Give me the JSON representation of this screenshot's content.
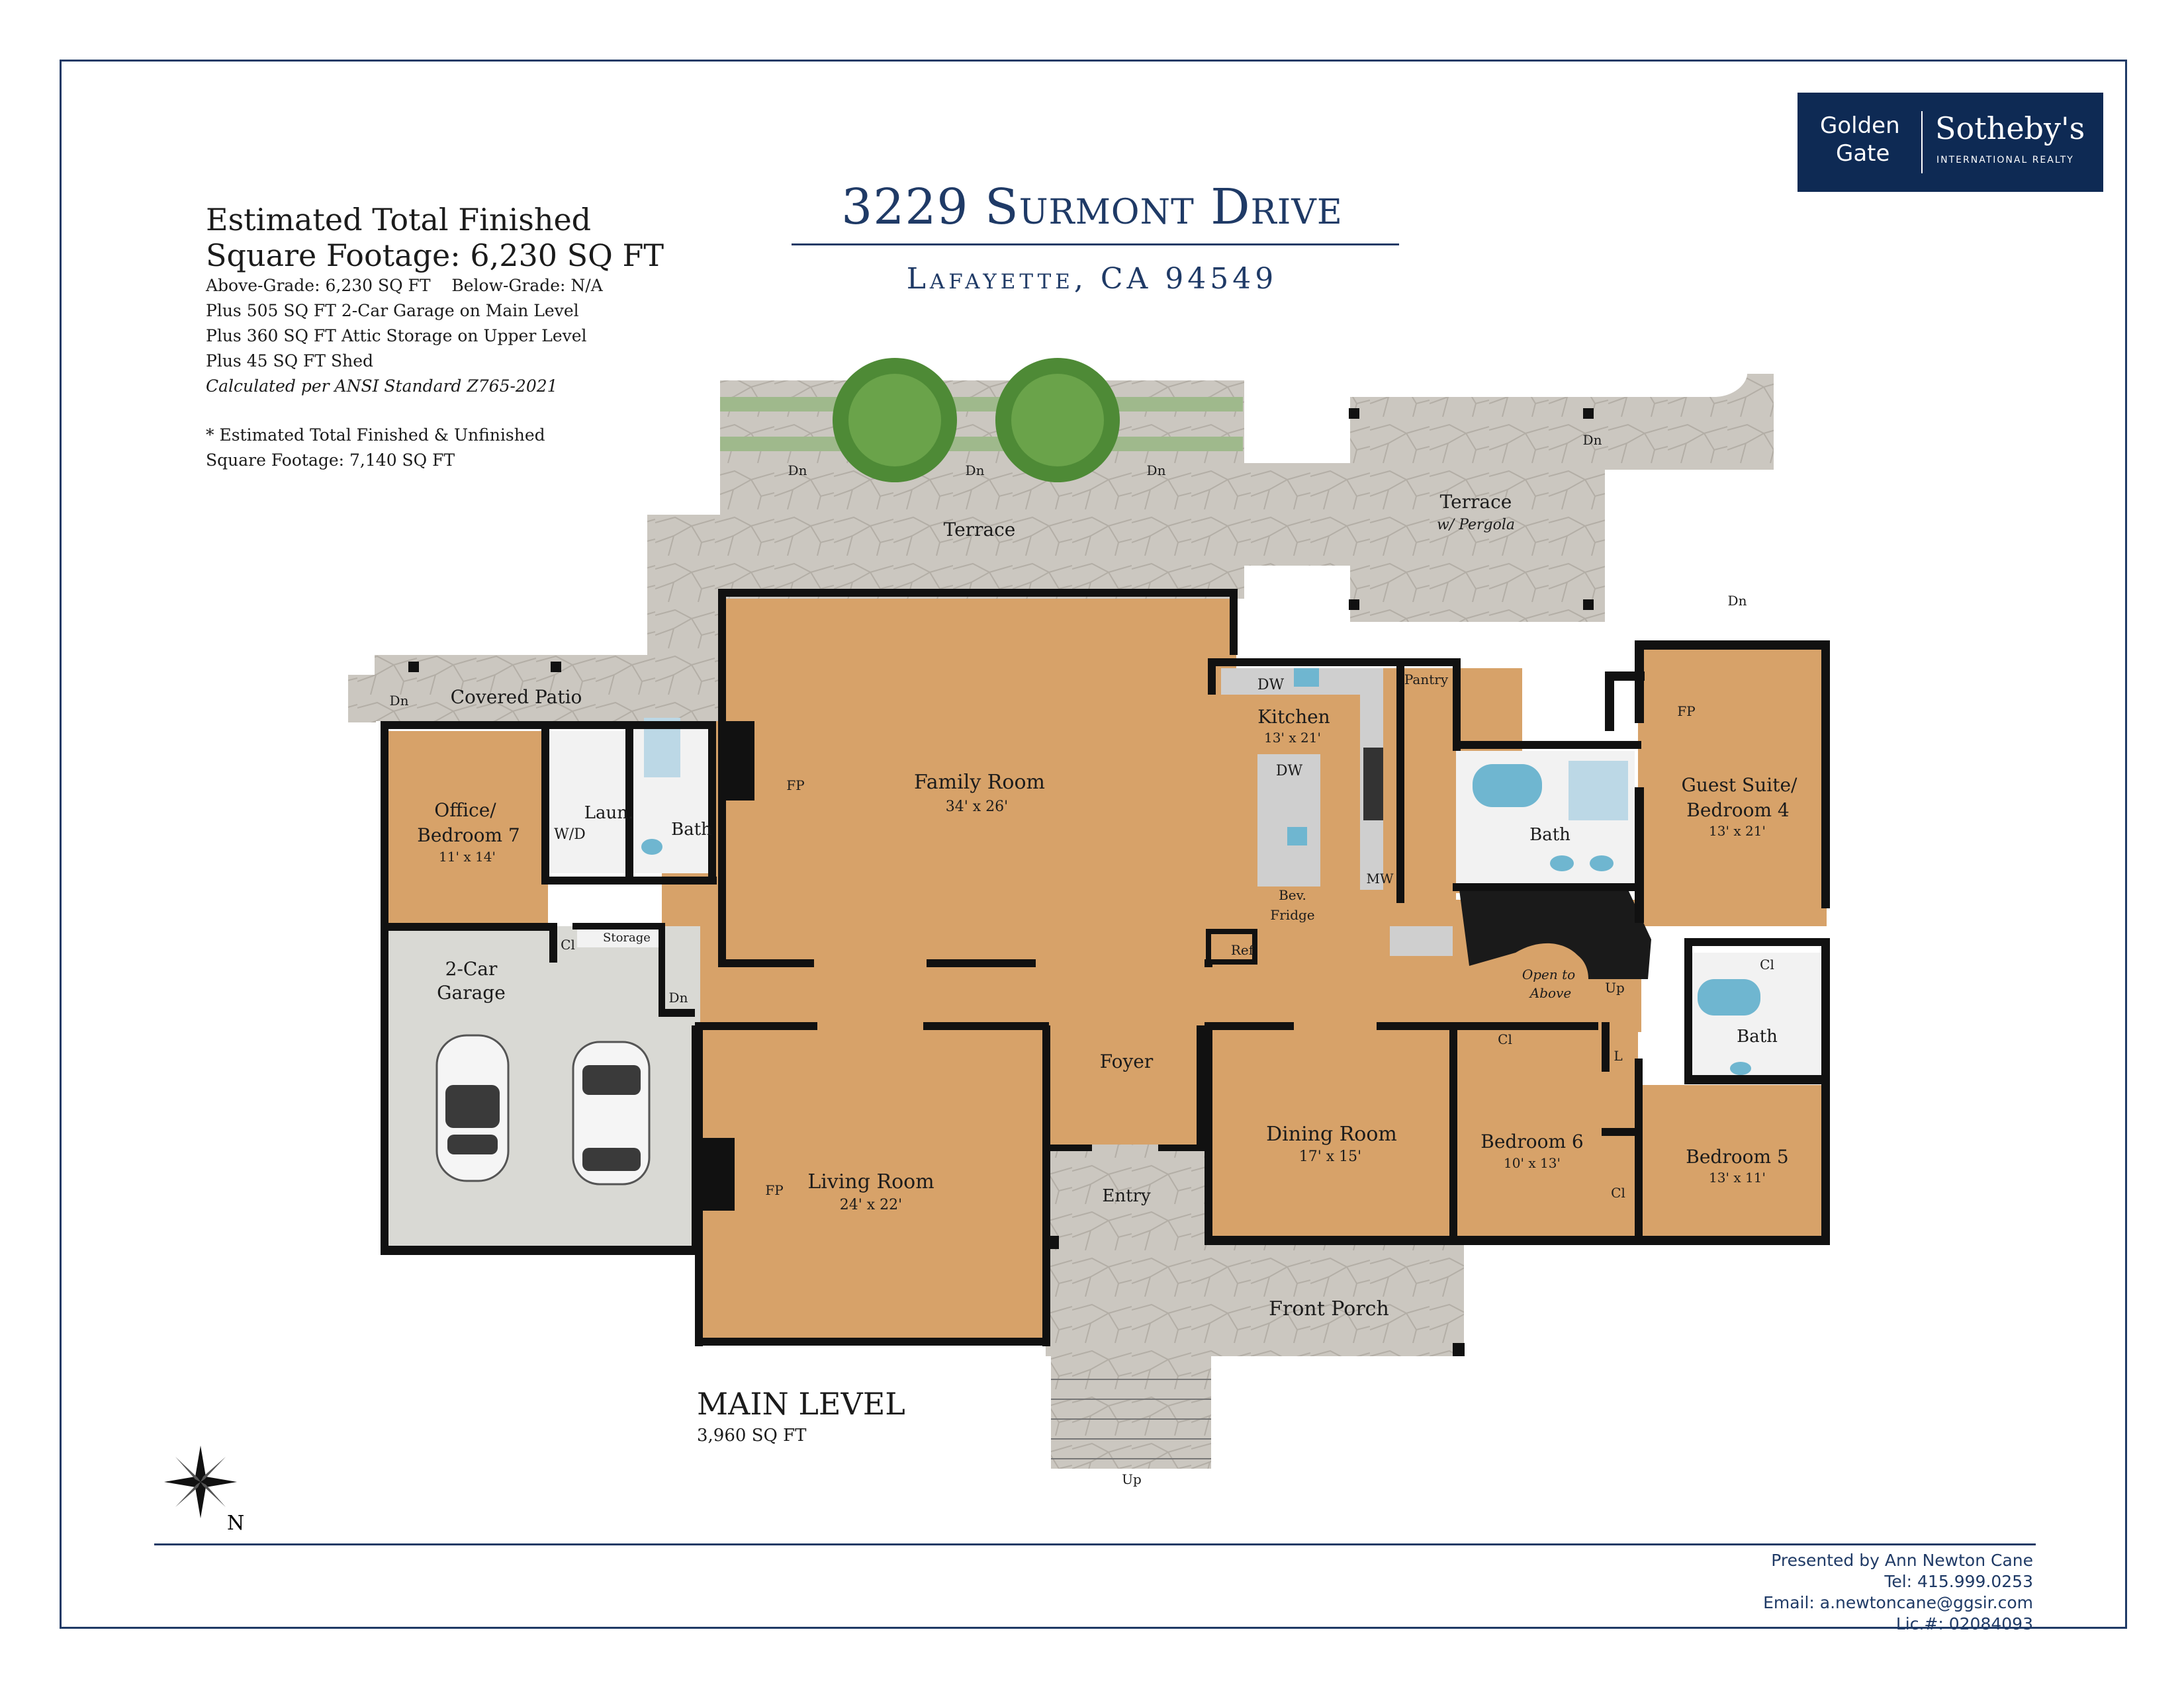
{
  "brand": {
    "line1": "Golden",
    "line2": "Gate",
    "name": "Sotheby's",
    "tagline": "INTERNATIONAL REALTY",
    "color": "#0e2a54"
  },
  "header": {
    "title": "3229 Surmont Drive",
    "subtitle": "Lafayette, CA 94549"
  },
  "stats": {
    "line1": "Estimated Total Finished",
    "line2": "Square Footage: 6,230 SQ FT",
    "above_below": "Above-Grade: 6,230 SQ FT    Below-Grade: N/A",
    "garage": "Plus 505 SQ FT 2-Car Garage on Main Level",
    "attic": "Plus 360 SQ FT Attic Storage on Upper Level",
    "shed": "Plus 45 SQ FT Shed",
    "standard": "Calculated per ANSI Standard Z765-2021",
    "unfinished1": "* Estimated Total Finished & Unfinished",
    "unfinished2": "Square Footage: 7,140 SQ FT"
  },
  "plan": {
    "level": "MAIN LEVEL",
    "level_sqft": "3,960 SQ FT",
    "colors": {
      "wood": "#d7a269",
      "stone": "#cbc7c0",
      "garage": "#d9d9d4",
      "wall": "#111111",
      "grass": "#9fb98c"
    },
    "rooms": {
      "terrace": "Terrace",
      "terrace_pergola": "Terrace",
      "pergola_note": "w/ Pergola",
      "covered_patio": "Covered Patio",
      "office_name1": "Office/",
      "office_name2": "Bedroom 7",
      "office_dim": "11' x 14'",
      "laundry": "Laun.",
      "wd": "W/D",
      "bath_small": "Bath",
      "family": "Family Room",
      "family_dim": "34' x 26'",
      "fp": "FP",
      "kitchen": "Kitchen",
      "kitchen_dim": "13' x 21'",
      "dw": "DW",
      "pantry": "Pantry",
      "mw": "MW",
      "bev1": "Bev.",
      "bev2": "Fridge",
      "ref": "Ref",
      "bath_master": "Bath",
      "guest1": "Guest Suite/",
      "guest2": "Bedroom 4",
      "guest_dim": "13' x 21'",
      "open1": "Open to",
      "open2": "Above",
      "up": "Up",
      "dn": "Dn",
      "storage": "Storage",
      "cl": "Cl",
      "l": "L",
      "garage1": "2-Car",
      "garage2": "Garage",
      "foyer": "Foyer",
      "living": "Living Room",
      "living_dim": "24' x 22'",
      "entry": "Entry",
      "dining": "Dining Room",
      "dining_dim": "17' x 15'",
      "bed6": "Bedroom 6",
      "bed6_dim": "10' x 13'",
      "bed5": "Bedroom 5",
      "bed5_dim": "13' x 11'",
      "bath_guest": "Bath",
      "front_porch": "Front Porch"
    },
    "compass_label": "N"
  },
  "agent": {
    "presented": "Presented by Ann Newton Cane",
    "tel": "Tel: 415.999.0253",
    "email": "Email: a.newtoncane@ggsir.com",
    "lic": "Lic.#: 02084093"
  }
}
